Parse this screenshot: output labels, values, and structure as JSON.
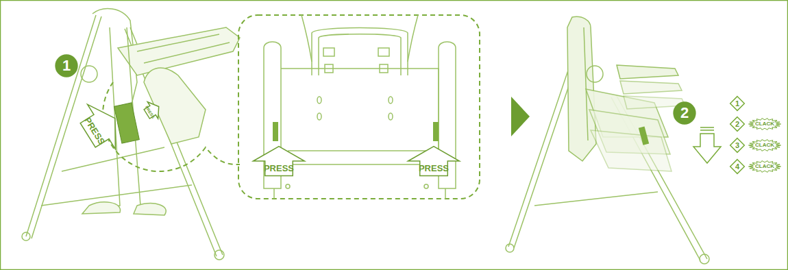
{
  "diagram": {
    "nodes": [
      {
        "text": [
          "1"
        ]
      },
      {
        "text": [
          "PRESS"
        ]
      },
      {
        "text": [
          "PRESS"
        ]
      },
      {
        "text": [
          "PRESS"
        ]
      },
      {
        "text": [
          "PRESS"
        ]
      },
      {
        "text": [
          "2"
        ]
      },
      {
        "text": [
          "1"
        ]
      },
      {
        "text": [
          "2"
        ]
      },
      {
        "text": [
          "CLACK"
        ]
      },
      {
        "text": [
          "3"
        ]
      },
      {
        "text": [
          "CLACK"
        ]
      },
      {
        "text": [
          "4"
        ]
      },
      {
        "text": [
          "CLACK"
        ]
      }
    ]
  }
}
